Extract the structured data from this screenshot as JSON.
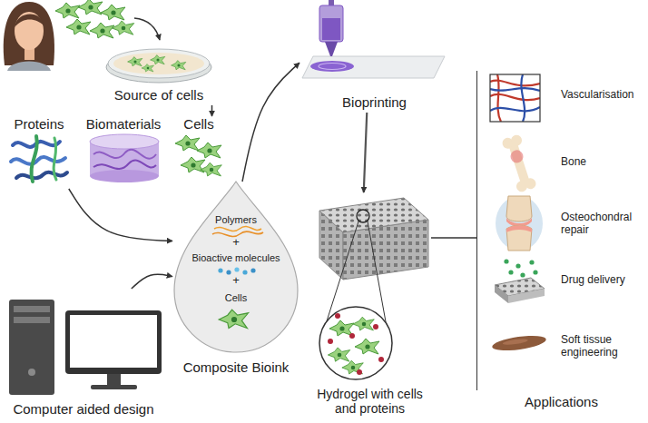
{
  "diagram": {
    "nodes": [
      {
        "text": [
          "Source of cells"
        ]
      },
      {
        "text": [
          "Proteins"
        ]
      },
      {
        "text": [
          "Biomaterials"
        ]
      },
      {
        "text": [
          "Cells"
        ]
      },
      {
        "text": [
          "Polymers",
          "+",
          "Bioactive molecules",
          "+",
          "Cells",
          "Composite Bioink"
        ]
      },
      {
        "text": [
          "Computer aided design"
        ]
      },
      {
        "text": [
          "Bioprinting"
        ]
      },
      {
        "text": [
          "Hydrogel with cells and proteins"
        ]
      },
      {
        "text": [
          "Applications"
        ]
      },
      {
        "text": [
          "Vascularisation"
        ],
        "in": 8
      },
      {
        "text": [
          "Bone"
        ],
        "in": 8
      },
      {
        "text": [
          "Osteochondral repair"
        ],
        "in": 8
      },
      {
        "text": [
          "Drug delivery"
        ],
        "in": 8
      },
      {
        "text": [
          "Soft tissue engineering"
        ],
        "in": 8
      }
    ],
    "edges": [
      {
        "from": 0,
        "to": 3,
        "arrow": "to"
      },
      {
        "from": 1,
        "to": 4,
        "arrow": "to"
      },
      {
        "from": 5,
        "to": 4,
        "arrow": "to"
      },
      {
        "from": 4,
        "to": 6,
        "arrow": "to"
      },
      {
        "from": 6,
        "to": 7,
        "arrow": "to"
      },
      {
        "from": 7,
        "to": 8,
        "arrow": "none"
      }
    ]
  }
}
